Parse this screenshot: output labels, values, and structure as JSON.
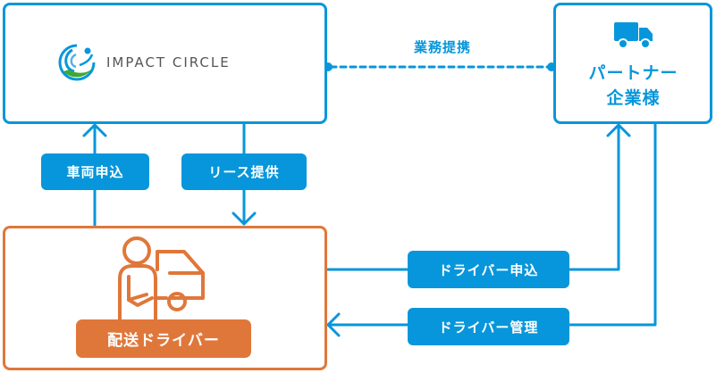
{
  "colors": {
    "blue": "#0796DB",
    "orange": "#E0773A",
    "logo_green": "#3BAA35",
    "logo_text": "#555555"
  },
  "nodes": {
    "impact_circle": {
      "logo_icon": "impact-circle-swirl-logo",
      "name": "IMPACT CIRCLE"
    },
    "partner": {
      "icon": "truck-icon",
      "line1": "パートナー",
      "line2": "企業様"
    },
    "driver": {
      "icon": "driver-with-truck-icon",
      "label": "配送ドライバー"
    }
  },
  "edges": {
    "alliance": {
      "label": "業務提携",
      "style": "dashed"
    },
    "vehicle_application": {
      "label": "車両申込",
      "direction": "driver-to-impact-circle"
    },
    "lease_provision": {
      "label": "リース提供",
      "direction": "impact-circle-to-driver"
    },
    "driver_application": {
      "label": "ドライバー申込",
      "direction": "driver-to-partner"
    },
    "driver_management": {
      "label": "ドライバー管理",
      "direction": "partner-to-driver"
    }
  }
}
